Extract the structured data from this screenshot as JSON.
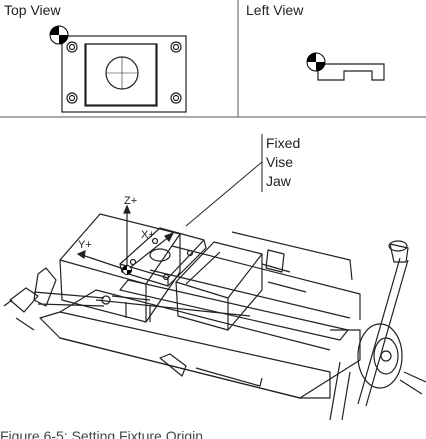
{
  "top_panel": {
    "label": "Top View"
  },
  "left_panel": {
    "label": "Left View"
  },
  "callout": {
    "line1": "Fixed",
    "line2": "Vise",
    "line3": "Jaw"
  },
  "axes": {
    "z": "Z+",
    "x": "X+",
    "y": "Y+"
  },
  "caption": {
    "text": "Figure 6-5: Setting Fixture Origin"
  },
  "colors": {
    "line": "#222222",
    "frame": "#555555",
    "marker": "#000000"
  }
}
